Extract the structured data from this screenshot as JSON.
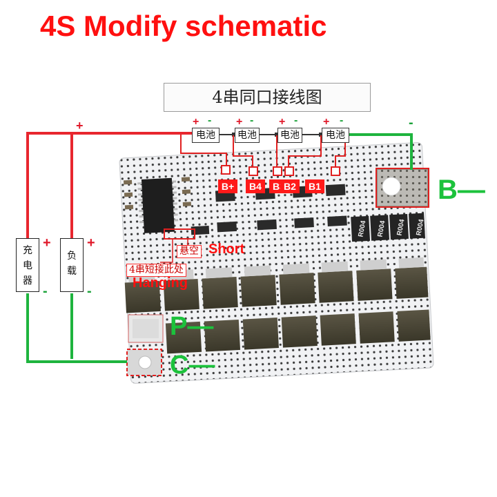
{
  "title": "4S Modify schematic",
  "cn_title": "4串同口接线图",
  "battery_label": "电池",
  "plus": "+",
  "minus": "-",
  "charger_label": "充电器",
  "load_label": "负载",
  "cell_labels": [
    "B+",
    "B4",
    "B3",
    "B2",
    "B1"
  ],
  "note_hanging_cn": "悬空",
  "note_short_en": "Short",
  "note_short_cn": "4串短接此处",
  "note_hanging_en": "Hanging",
  "label_b": "B—",
  "label_p": "P—",
  "label_c": "C—",
  "resistor_text": "R004",
  "colors": {
    "red_wire": "#e8262e",
    "green_wire": "#1eb43e",
    "board": "#eef0f2",
    "mosfet": "#4a4636"
  }
}
